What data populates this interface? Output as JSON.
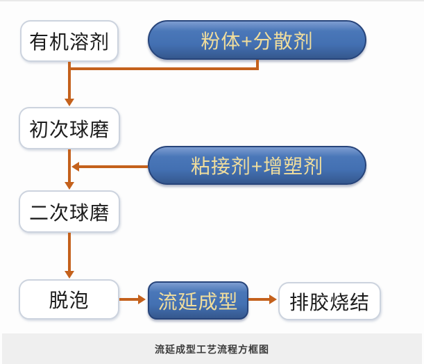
{
  "diagram": {
    "nodes": {
      "organic_solvent": "有机溶剂",
      "powder_dispersant": "粉体+分散剂",
      "first_ball_milling": "初次球磨",
      "binder_plasticizer": "粘接剂+增塑剂",
      "second_ball_milling": "二次球磨",
      "degassing": "脱泡",
      "tape_casting": "流延成型",
      "debinding_sintering": "排胶烧结"
    },
    "caption": "流延成型工艺流程方框图",
    "colors": {
      "pill-fill": "#4673b5",
      "pill-fill-dark": "#35588e",
      "pill-border": "#27447a",
      "pill-text": "#f0dd9c",
      "arrow": "#c4611c",
      "box-border": "#ccd3de",
      "box-text": "#1c1c1c",
      "caption-bg": "#efefef",
      "caption-text": "#3b3b3b"
    }
  }
}
